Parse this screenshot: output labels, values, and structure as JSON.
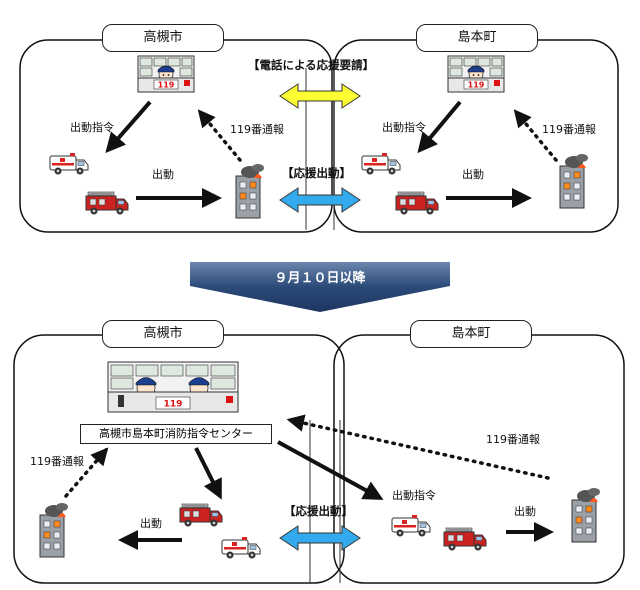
{
  "top": {
    "left_city": "高槻市",
    "right_city": "島本町",
    "phone_request": "【電話による応援要請】",
    "support_dispatch": "【応援出動】",
    "left": {
      "dispatch_order": "出動指令",
      "report_119": "119番通報",
      "dispatch": "出動"
    },
    "right": {
      "dispatch_order": "出動指令",
      "report_119": "119番通報",
      "dispatch": "出動"
    }
  },
  "transition": {
    "label": "９月１０日以降"
  },
  "bottom": {
    "left_city": "高槻市",
    "right_city": "島本町",
    "center_name": "高槻市島本町消防指令センター",
    "left_report_119": "119番通報",
    "left_dispatch": "出動",
    "support_dispatch": "【応援出動】",
    "right_report_119": "119番通報",
    "right_dispatch_order": "出動指令",
    "right_dispatch": "出動"
  },
  "icons": {
    "console_sign": "119"
  },
  "colors": {
    "yellow_arrow": "#ffff33",
    "blue_arrow": "#33aaee",
    "band": "#2b4a78",
    "truck": "#cc2222"
  }
}
